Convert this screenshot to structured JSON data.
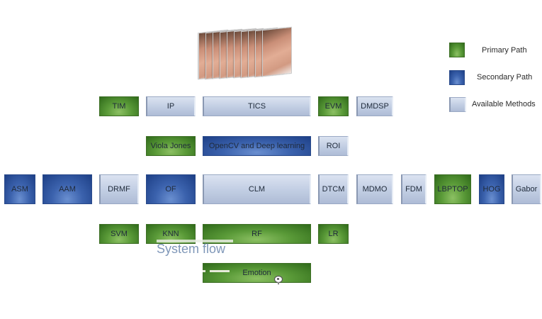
{
  "diagram": {
    "title": "System flow",
    "legend": [
      {
        "label": "Primary Path",
        "kind": "primary",
        "color": "#5a9a38"
      },
      {
        "label": "Secondary Path",
        "kind": "secondary",
        "color": "#3b62ad"
      },
      {
        "label": "Available Methods",
        "kind": "available",
        "color": "#c3cfe4"
      }
    ],
    "input_image": {
      "description": "stack of face image frames",
      "frame_count": 10
    },
    "rows": [
      {
        "name": "row-1",
        "boxes": [
          {
            "label": "TIM",
            "kind": "primary"
          },
          {
            "label": "IP",
            "kind": "available"
          },
          {
            "label": "TICS",
            "kind": "available"
          },
          {
            "label": "EVM",
            "kind": "primary"
          },
          {
            "label": "DMDSP",
            "kind": "available"
          }
        ]
      },
      {
        "name": "row-2",
        "boxes": [
          {
            "label": "Viola Jones",
            "kind": "primary"
          },
          {
            "label": "OpenCV and Deep learning",
            "kind": "secondary"
          },
          {
            "label": "ROI",
            "kind": "available"
          }
        ]
      },
      {
        "name": "row-3",
        "boxes": [
          {
            "label": "ASM",
            "kind": "secondary"
          },
          {
            "label": "AAM",
            "kind": "secondary"
          },
          {
            "label": "DRMF",
            "kind": "available"
          },
          {
            "label": "OF",
            "kind": "secondary"
          },
          {
            "label": "CLM",
            "kind": "available"
          },
          {
            "label": "DTCM",
            "kind": "available"
          },
          {
            "label": "MDMO",
            "kind": "available"
          },
          {
            "label": "FDM",
            "kind": "available"
          },
          {
            "label": "LBPTOP",
            "kind": "primary"
          },
          {
            "label": "HOG",
            "kind": "secondary"
          },
          {
            "label": "Gabor",
            "kind": "available"
          }
        ]
      },
      {
        "name": "row-4",
        "boxes": [
          {
            "label": "SVM",
            "kind": "primary"
          },
          {
            "label": "KNN",
            "kind": "primary"
          },
          {
            "label": "RF",
            "kind": "primary"
          },
          {
            "label": "LR",
            "kind": "primary"
          }
        ]
      },
      {
        "name": "row-5",
        "boxes": [
          {
            "label": "Emotion",
            "kind": "primary"
          }
        ]
      }
    ]
  }
}
